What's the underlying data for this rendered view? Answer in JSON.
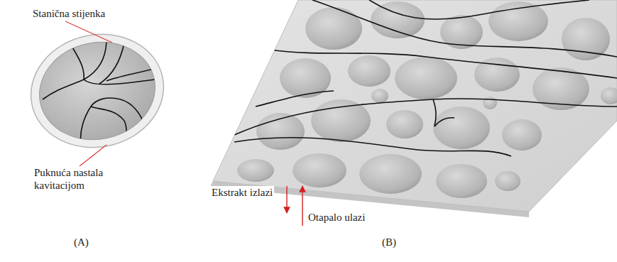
{
  "diagram": {
    "labels": [
      "Stanična stijenka",
      "Puknuća nastala kavitacijom",
      "Ekstrakt izlazi",
      "Otapalo ulazi",
      "(A)",
      "(B)"
    ]
  }
}
